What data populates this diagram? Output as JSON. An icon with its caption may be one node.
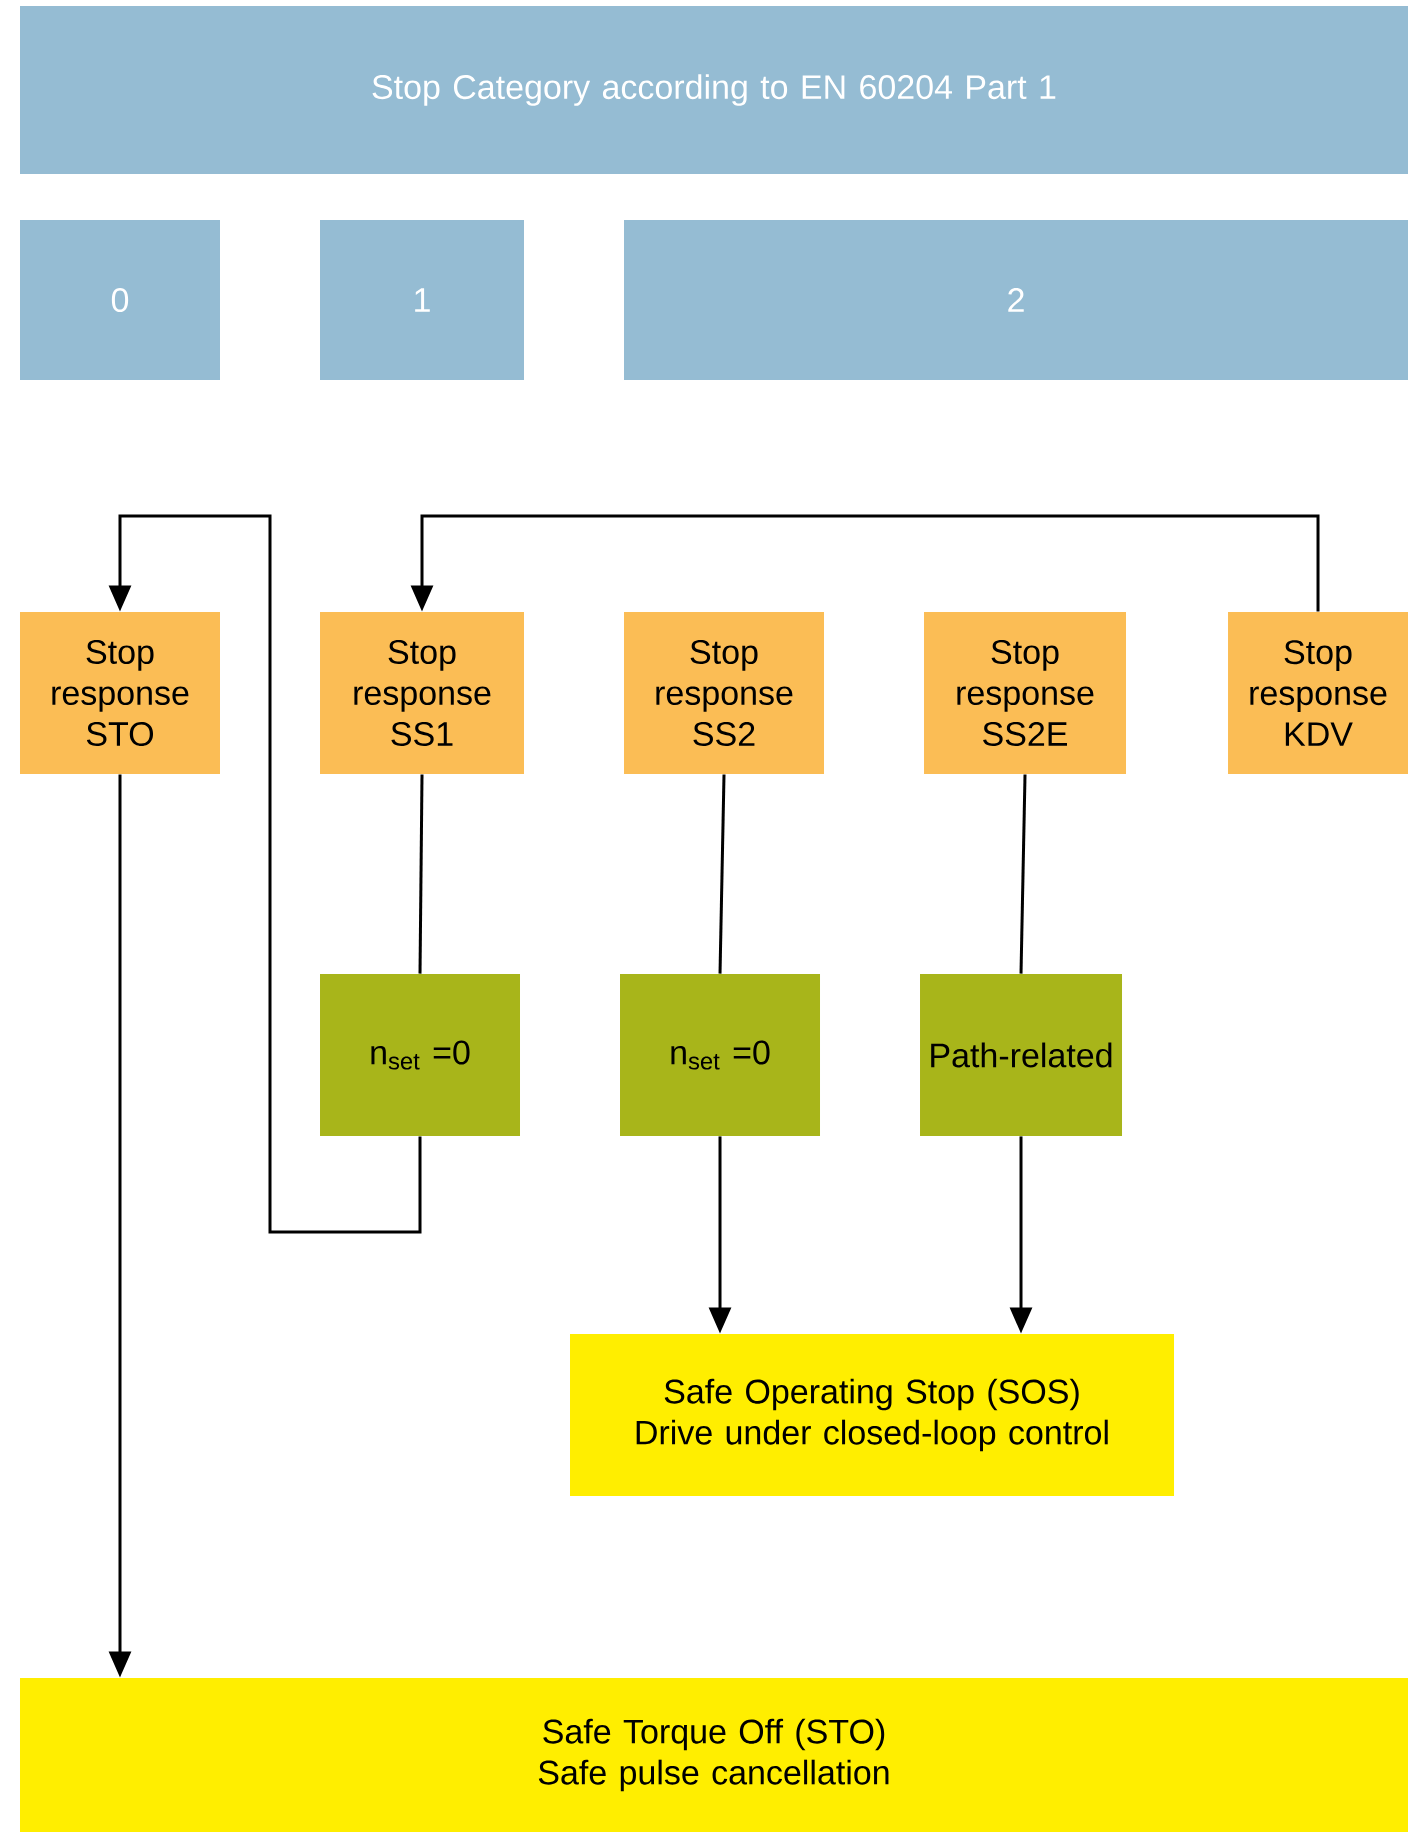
{
  "diagram": {
    "nodes": [
      {
        "text": [
          "Stop Category according to EN 60204 Part 1"
        ]
      },
      {
        "text": [
          "0"
        ]
      },
      {
        "text": [
          "1"
        ]
      },
      {
        "text": [
          "2"
        ]
      },
      {
        "text": [
          "Stop response STO"
        ]
      },
      {
        "text": [
          "Stop response SS1"
        ]
      },
      {
        "text": [
          "Stop response SS2"
        ]
      },
      {
        "text": [
          "Stop response SS2E"
        ]
      },
      {
        "text": [
          "Stop response KDV"
        ]
      },
      {
        "text": [
          "n$_{set}$ =0"
        ]
      },
      {
        "text": [
          "n$_{set}$ =0"
        ]
      },
      {
        "text": [
          "Path-related"
        ]
      },
      {
        "text": [
          "Safe Operating Stop (SOS)",
          "Drive under closed-loop control"
        ]
      },
      {
        "text": [
          "Safe Torque Off (STO)",
          "Safe pulse cancellation"
        ]
      }
    ],
    "edges": [
      {
        "from": 8,
        "to": 5,
        "arrow": "to"
      },
      {
        "from": 5,
        "to": 9,
        "arrow": "none"
      },
      {
        "from": 9,
        "to": 4,
        "arrow": "to"
      },
      {
        "from": 6,
        "to": 10,
        "arrow": "none"
      },
      {
        "from": 10,
        "to": 12,
        "arrow": "to"
      },
      {
        "from": 7,
        "to": 11,
        "arrow": "none"
      },
      {
        "from": 11,
        "to": 12,
        "arrow": "to"
      },
      {
        "from": 4,
        "to": 13,
        "arrow": "to"
      }
    ]
  }
}
